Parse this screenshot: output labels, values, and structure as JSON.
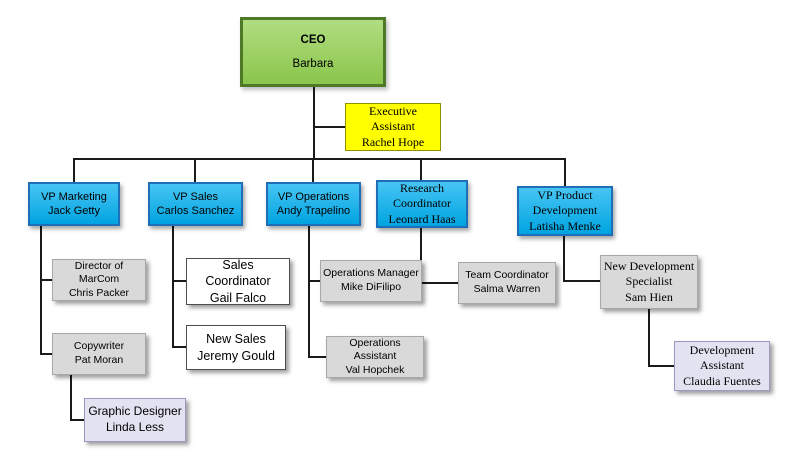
{
  "palette": {
    "green": "#92d050",
    "yellow": "#ffff00",
    "blue": "#00aeef",
    "gray": "#d9d9d9",
    "white": "#ffffff",
    "lavender": "#e2e2f0",
    "line": "#1a1a1a"
  },
  "nodes": {
    "ceo": {
      "title": "CEO",
      "name": "Barbara"
    },
    "exec_assistant": {
      "title": "Executive Assistant",
      "name": "Rachel Hope"
    },
    "vp_marketing": {
      "title": "VP Marketing",
      "name": "Jack Getty"
    },
    "vp_sales": {
      "title": "VP Sales",
      "name": "Carlos Sanchez"
    },
    "vp_operations": {
      "title": "VP Operations",
      "name": "Andy Trapelino"
    },
    "research_coordinator": {
      "title": "Research Coordinator",
      "name": "Leonard Haas"
    },
    "vp_product_development": {
      "title": "VP Product Development",
      "name": "Latisha Menke"
    },
    "director_marcom": {
      "title": "Director of MarCom",
      "name": "Chris Packer"
    },
    "copywriter": {
      "title": "Copywriter",
      "name": "Pat Moran"
    },
    "graphic_designer": {
      "title": "Graphic Designer",
      "name": "Linda Less"
    },
    "sales_coordinator": {
      "title": "Sales Coordinator",
      "name": "Gail Falco"
    },
    "new_sales": {
      "title": "New Sales",
      "name": "Jeremy Gould"
    },
    "operations_manager": {
      "title": "Operations Manager",
      "name": "Mike DiFilipo"
    },
    "operations_assistant": {
      "title": "Operations Assistant",
      "name": "Val Hopchek"
    },
    "team_coordinator": {
      "title": "Team Coordinator",
      "name": "Salma Warren"
    },
    "new_dev_specialist": {
      "title": "New Development Specialist",
      "name": "Sam Hien"
    },
    "development_assistant": {
      "title": "Development Assistant",
      "name": "Claudia Fuentes"
    }
  },
  "hierarchy": {
    "ceo": [
      "vp_marketing",
      "vp_sales",
      "vp_operations",
      "research_coordinator",
      "vp_product_development"
    ],
    "ceo_assistant": "exec_assistant",
    "vp_marketing": [
      "director_marcom",
      "copywriter"
    ],
    "copywriter": [
      "graphic_designer"
    ],
    "vp_sales": [
      "sales_coordinator",
      "new_sales"
    ],
    "vp_operations": [
      "operations_manager",
      "operations_assistant"
    ],
    "research_coordinator": [
      "team_coordinator"
    ],
    "vp_product_development": [
      "new_dev_specialist"
    ],
    "new_dev_specialist": [
      "development_assistant"
    ]
  }
}
